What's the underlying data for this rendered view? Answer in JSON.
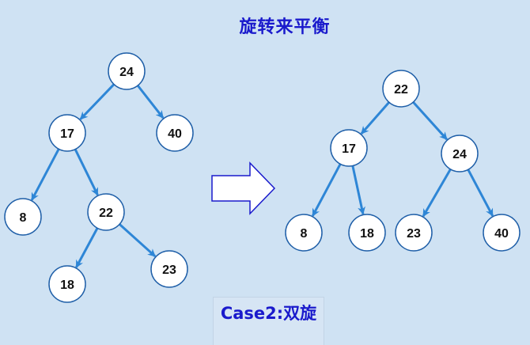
{
  "title": "旋转来平衡",
  "caption": "Case2:双旋",
  "colors": {
    "background": "#cfe2f3",
    "edge": "#2e86d6",
    "node_stroke": "#1f5fa8",
    "node_fill": "#ffffff",
    "title_text": "#1a1acc",
    "arrow_fill": "#ffffff",
    "arrow_stroke": "#1a1acc"
  },
  "before_tree": {
    "nodes": [
      {
        "id": "b24",
        "label": "24"
      },
      {
        "id": "b17",
        "label": "17"
      },
      {
        "id": "b40",
        "label": "40"
      },
      {
        "id": "b8",
        "label": "8"
      },
      {
        "id": "b22",
        "label": "22"
      },
      {
        "id": "b18",
        "label": "18"
      },
      {
        "id": "b23",
        "label": "23"
      }
    ],
    "edges": [
      [
        "b24",
        "b17"
      ],
      [
        "b24",
        "b40"
      ],
      [
        "b17",
        "b8"
      ],
      [
        "b17",
        "b22"
      ],
      [
        "b22",
        "b18"
      ],
      [
        "b22",
        "b23"
      ]
    ]
  },
  "after_tree": {
    "nodes": [
      {
        "id": "a22",
        "label": "22"
      },
      {
        "id": "a17",
        "label": "17"
      },
      {
        "id": "a24",
        "label": "24"
      },
      {
        "id": "a8",
        "label": "8"
      },
      {
        "id": "a18",
        "label": "18"
      },
      {
        "id": "a23",
        "label": "23"
      },
      {
        "id": "a40",
        "label": "40"
      }
    ],
    "edges": [
      [
        "a22",
        "a17"
      ],
      [
        "a22",
        "a24"
      ],
      [
        "a17",
        "a8"
      ],
      [
        "a17",
        "a18"
      ],
      [
        "a24",
        "a23"
      ],
      [
        "a24",
        "a40"
      ]
    ]
  }
}
